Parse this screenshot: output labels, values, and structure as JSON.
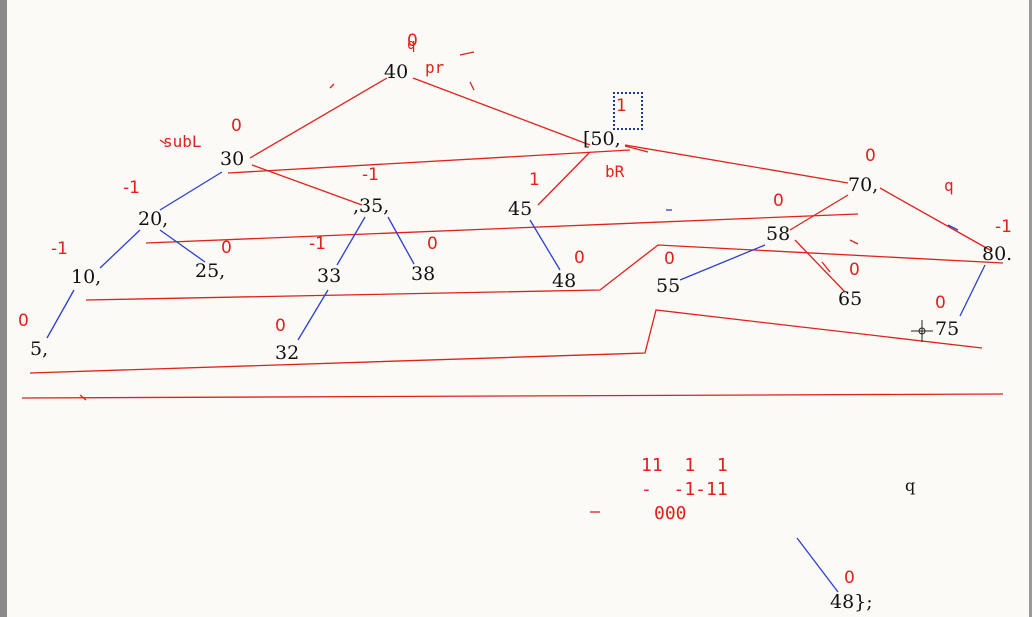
{
  "nodes": {
    "n40": "40",
    "n30": "30",
    "n50": "[50,",
    "n20": "20,",
    "n35": ",35,",
    "n45": "45",
    "n70": "70,",
    "n10": "10,",
    "n25": "25,",
    "n33": "33",
    "n38": "38",
    "n48": "48",
    "n58": "58",
    "n80": "80.",
    "n5": "5,",
    "n32": "32",
    "n55": "55",
    "n65": "65",
    "n75": "75"
  },
  "balances": {
    "b40": "0",
    "b30": "0",
    "b50": "1",
    "b20": "-1",
    "b35": "-1",
    "b45": "1",
    "b70": "0",
    "b58": "0",
    "b80": "-1",
    "b10": "-1",
    "b25": "0",
    "b33": "-1",
    "b38": "0",
    "b48": "0",
    "b55": "0",
    "b65": "0",
    "b5": "0",
    "b32": "0",
    "b75": "0"
  },
  "labels": {
    "pr": "pr",
    "subL": "subL",
    "bR": "bR",
    "q_right": "q",
    "q_top": "q"
  },
  "notes": {
    "line1": "11  1  1",
    "line2": "-  -1-11",
    "line3": "000",
    "q_black": "q",
    "bottom_zero": "0",
    "bottom_code": "48};"
  },
  "colors": {
    "red": "#e0211c",
    "blue": "#2b3fd1",
    "navy": "#1e3a8a",
    "background": "#fbfaf6"
  }
}
